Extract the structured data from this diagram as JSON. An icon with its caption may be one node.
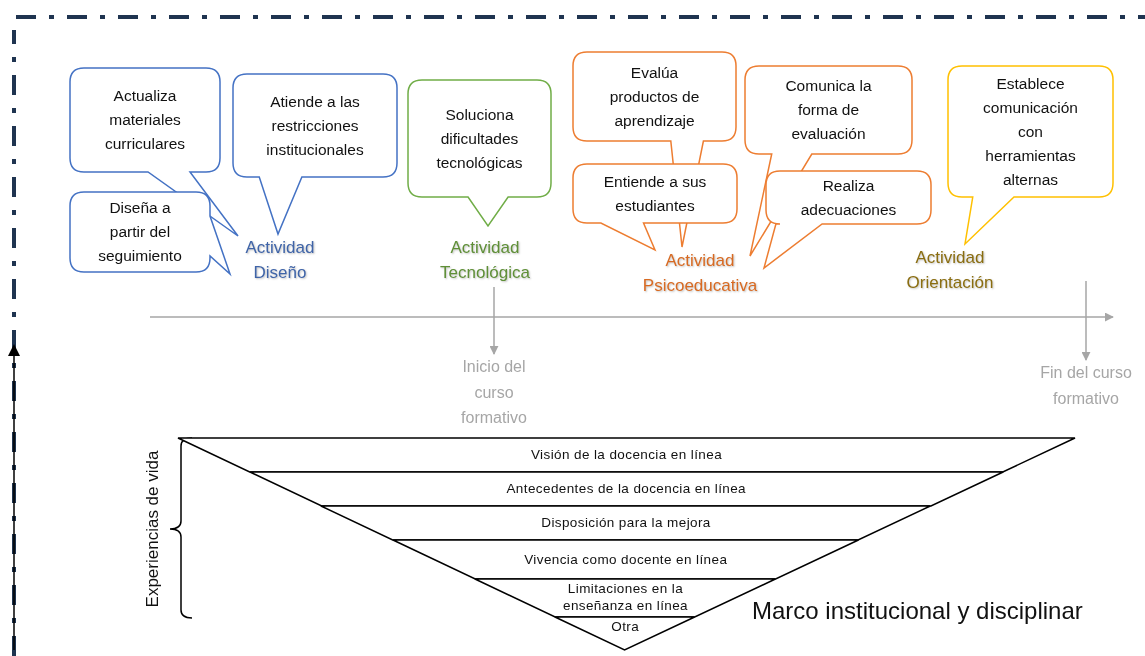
{
  "diagram": {
    "nodes": [
      {
        "text": [
          "Actualiza materiales curriculares"
        ]
      },
      {
        "text": [
          "Atiende a las restricciones institucionales"
        ]
      },
      {
        "text": [
          "Diseña a partir del seguimiento"
        ]
      },
      {
        "text": [
          "Actividad Diseño"
        ]
      },
      {
        "text": [
          "Soluciona dificultades tecnológicas"
        ]
      },
      {
        "text": [
          "Actividad Tecnológica"
        ]
      },
      {
        "text": [
          "Evalúa productos de aprendizaje"
        ]
      },
      {
        "text": [
          "Comunica la forma de evaluación"
        ]
      },
      {
        "text": [
          "Establece comunicación con herramientas alternas"
        ]
      },
      {
        "text": [
          "Entiende a sus estudiantes"
        ]
      },
      {
        "text": [
          "Realiza adecuaciones"
        ]
      },
      {
        "text": [
          "Actividad Psicoeducativa"
        ]
      },
      {
        "text": [
          "Actividad Orientación"
        ]
      },
      {
        "text": [
          "Inicio del curso formativo"
        ]
      },
      {
        "text": [
          "Fin del curso formativo"
        ]
      },
      {
        "text": [
          "Visión de la docencia en línea"
        ]
      },
      {
        "text": [
          "Antecedentes de la docencia en línea"
        ]
      },
      {
        "text": [
          "Disposición para la mejora"
        ]
      },
      {
        "text": [
          "Vivencia como docente en línea"
        ]
      },
      {
        "text": [
          "Limitaciones en la enseñanza en línea"
        ]
      },
      {
        "text": [
          "Otra"
        ]
      }
    ],
    "edges": [
      {
        "from": 5,
        "to": 13,
        "arrow": "to"
      },
      {
        "from": null,
        "to": 14,
        "arrow": "to"
      }
    ],
    "labels": [
      "Experiencias de vida",
      "Marco institucional y disciplinar"
    ]
  }
}
